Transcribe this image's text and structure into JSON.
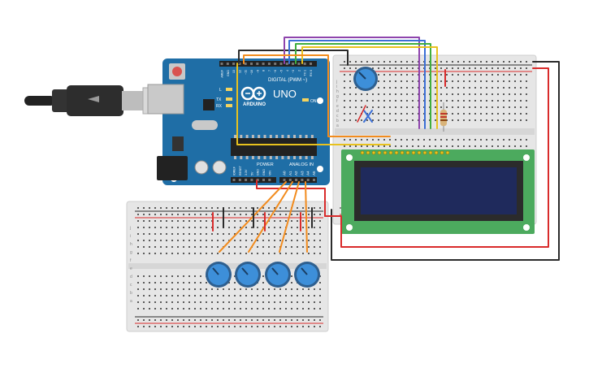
{
  "arduino": {
    "brand": "ARDUINO",
    "model": "UNO",
    "digital_header": "DIGITAL (PWM ~)",
    "power_header": "POWER",
    "analog_header": "ANALOG IN",
    "on_led": "ON",
    "led_l": "L",
    "led_tx": "TX",
    "led_rx": "RX",
    "digital_pins": [
      "AREF",
      "GND",
      "13",
      "12",
      "~11",
      "~10",
      "~9",
      "8",
      "7",
      "~6",
      "~5",
      "4",
      "~3",
      "2",
      "TX 1",
      "RX 0"
    ],
    "power_pins": [
      "IOREF",
      "RESET",
      "3.3V",
      "5V",
      "GND",
      "GND",
      "VIN"
    ],
    "analog_pins": [
      "A0",
      "A1",
      "A2",
      "A3",
      "A4",
      "A5"
    ]
  },
  "breadboard_top": {
    "row_letters": [
      "j",
      "i",
      "h",
      "g",
      "f",
      "e",
      "d",
      "c",
      "b",
      "a"
    ]
  },
  "breadboard_bottom": {
    "row_letters": [
      "j",
      "i",
      "h",
      "g",
      "f",
      "e",
      "d",
      "c",
      "b",
      "a"
    ]
  },
  "lcd": {
    "type": "16x2 LCD"
  },
  "components": [
    "contrast-potentiometer",
    "resistor",
    "potentiometer-1",
    "potentiometer-2",
    "potentiometer-3",
    "potentiometer-4",
    "usb-cable"
  ],
  "colors": {
    "arduino_blue": "#1f6ea6",
    "lcd_green": "#4caa5e",
    "lcd_screen": "#1f2a5c",
    "wire_orange": "#f28c1e",
    "wire_red": "#d92b2b",
    "wire_black": "#2b2b2b",
    "wire_purple": "#8e44ad",
    "wire_blue": "#3b6fd6",
    "wire_green": "#3fae3f",
    "wire_yellow": "#e8c21e",
    "pot_blue": "#3d8fd9"
  }
}
